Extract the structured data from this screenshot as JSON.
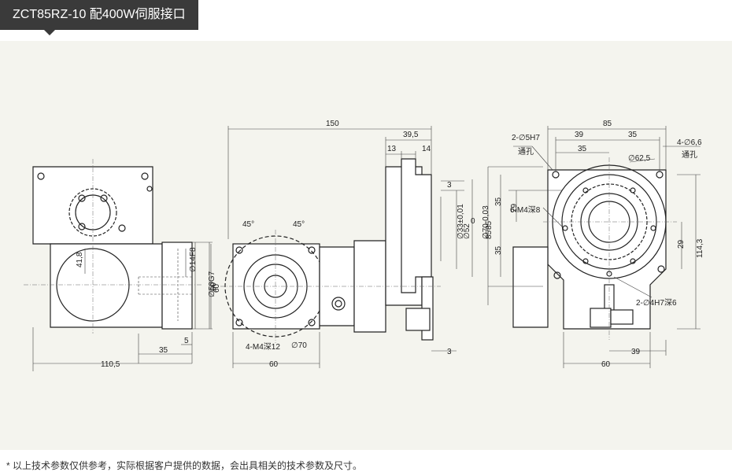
{
  "header": {
    "title": "ZCT85RZ-10 配400W伺服接口"
  },
  "footnote": "* 以上技术参数仅供参考，实际根据客户提供的数据，会出具相关的技术参数及尺寸。",
  "views": {
    "left": {
      "dims": [
        "41,8",
        "∅14F8",
        "∅50G7",
        "60",
        "35",
        "5",
        "110,5"
      ]
    },
    "middle": {
      "dims": [
        "150",
        "39,5",
        "13",
        "14",
        "3",
        "∅33±0,01",
        "∅52",
        "0",
        "∅70-0,03",
        "85",
        "45°",
        "45°",
        "60",
        "4-M4深12",
        "∅70",
        "60",
        "3"
      ]
    },
    "right": {
      "dims": [
        "85",
        "39",
        "35",
        "35",
        "2-∅5H7",
        "通孔",
        "4-∅6,6",
        "通孔",
        "∅62,5",
        "35",
        "29",
        "6-M4深8",
        "85",
        "35",
        "114,3",
        "29",
        "2-∅4H7深6",
        "60",
        "39"
      ]
    }
  },
  "colors": {
    "header_bg": "#3a3a3a",
    "drawing_bg": "#f4f4ee",
    "line": "#222222"
  }
}
